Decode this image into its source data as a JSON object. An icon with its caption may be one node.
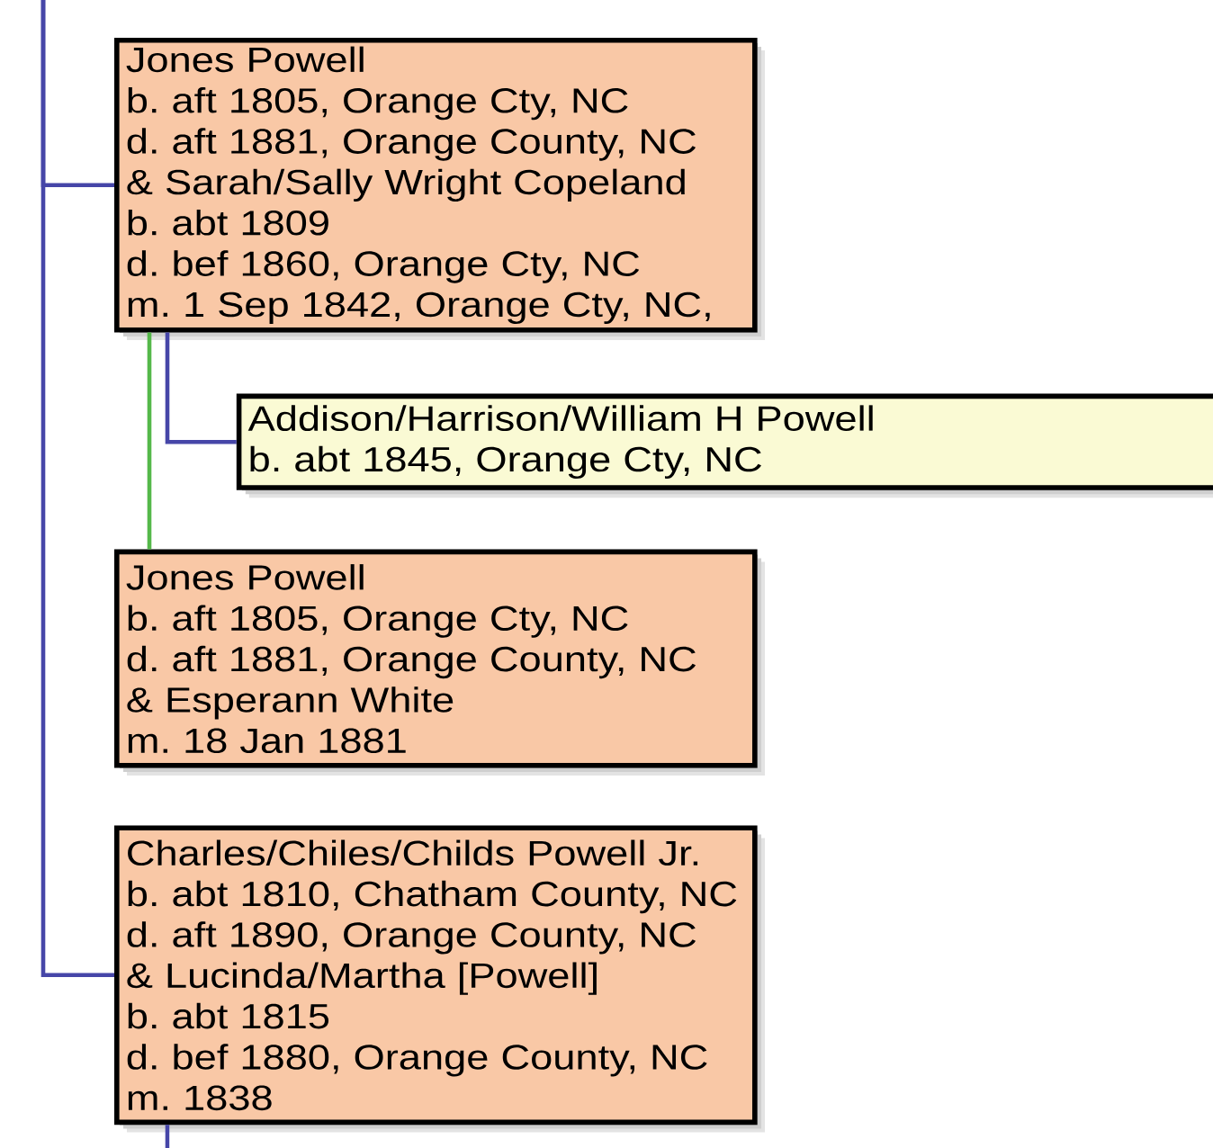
{
  "diagram": {
    "nodes": [
      {
        "text": [
          "Jones Powell",
          "b. aft 1805, Orange Cty, NC",
          "d. aft 1881, Orange County, NC",
          "& Sarah/Sally Wright Copeland",
          "b. abt 1809",
          "d. bef 1860, Orange Cty, NC",
          "m. 1 Sep 1842, Orange Cty, NC,"
        ]
      },
      {
        "text": [
          "Addison/Harrison/William H Powell",
          "b. abt 1845, Orange Cty, NC"
        ]
      },
      {
        "text": [
          "Jones Powell",
          "b. aft 1805, Orange Cty, NC",
          "d. aft 1881, Orange County, NC",
          "& Esperann White",
          "m. 18 Jan 1881"
        ]
      },
      {
        "text": [
          "Charles/Chiles/Childs Powell Jr.",
          "b. abt 1810, Chatham County, NC",
          "d. aft 1890, Orange County, NC",
          "& Lucinda/Martha [Powell]",
          "b. abt 1815",
          "d. bef 1880, Orange County, NC",
          "m. 1838"
        ]
      }
    ],
    "edges": [
      {
        "from": null,
        "to": 0,
        "arrow": "none"
      },
      {
        "from": null,
        "to": 3,
        "arrow": "none"
      },
      {
        "from": 0,
        "to": 1,
        "arrow": "none"
      },
      {
        "from": 0,
        "to": 2,
        "arrow": "none",
        "color": "#55b84a"
      },
      {
        "from": 3,
        "to": null,
        "arrow": "none"
      }
    ]
  }
}
